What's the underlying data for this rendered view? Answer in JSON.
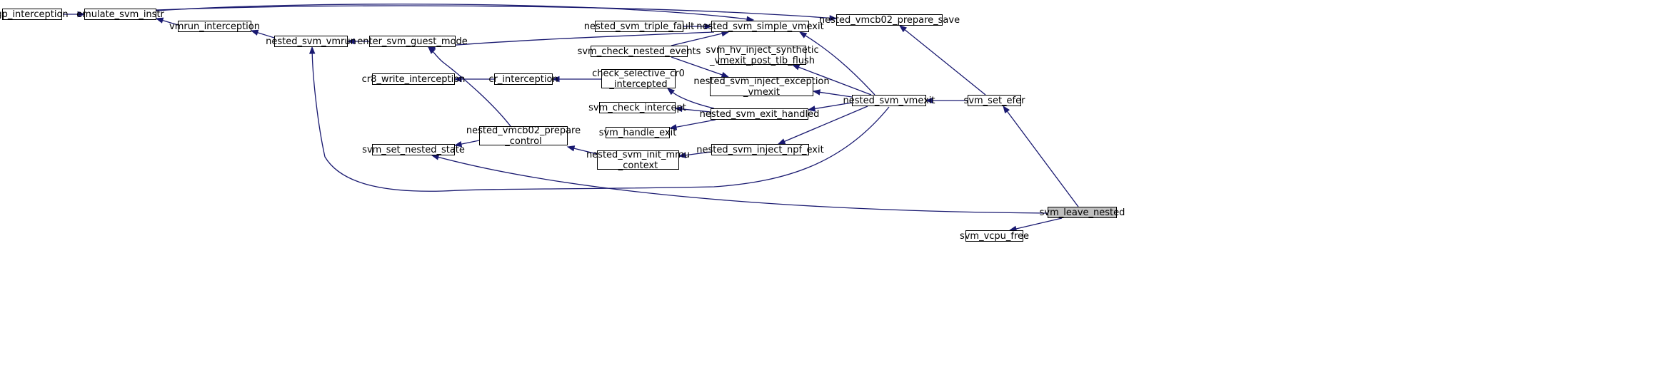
{
  "colors": {
    "edge": "#191970",
    "node_border": "#000000",
    "selected_fill": "#bfbfbf",
    "background": "#ffffff"
  },
  "nodes": [
    {
      "id": "gp_interception",
      "label": "gp_interception",
      "selected": false
    },
    {
      "id": "emulate_svm_instr",
      "label": "emulate_svm_instr",
      "selected": false
    },
    {
      "id": "vmrun_interception",
      "label": "vmrun_interception",
      "selected": false
    },
    {
      "id": "nested_svm_vmrun",
      "label": "nested_svm_vmrun",
      "selected": false
    },
    {
      "id": "enter_svm_guest_mode",
      "label": "enter_svm_guest_mode",
      "selected": false
    },
    {
      "id": "cr8_write_interception",
      "label": "cr8_write_interception",
      "selected": false
    },
    {
      "id": "cr_interception",
      "label": "cr_interception",
      "selected": false
    },
    {
      "id": "svm_set_nested_state",
      "label": "svm_set_nested_state",
      "selected": false
    },
    {
      "id": "nested_vmcb02_prepare_control",
      "label": "nested_vmcb02_prepare\n_control",
      "selected": false
    },
    {
      "id": "nested_svm_triple_fault",
      "label": "nested_svm_triple_fault",
      "selected": false
    },
    {
      "id": "svm_check_nested_events",
      "label": "svm_check_nested_events",
      "selected": false
    },
    {
      "id": "check_selective_cr0_intercepted",
      "label": "check_selective_cr0\n_intercepted",
      "selected": false
    },
    {
      "id": "svm_check_intercept",
      "label": "svm_check_intercept",
      "selected": false
    },
    {
      "id": "svm_handle_exit",
      "label": "svm_handle_exit",
      "selected": false
    },
    {
      "id": "nested_svm_init_mmu_context",
      "label": "nested_svm_init_mmu\n_context",
      "selected": false
    },
    {
      "id": "nested_svm_simple_vmexit",
      "label": "nested_svm_simple_vmexit",
      "selected": false
    },
    {
      "id": "svm_hv_inject_synthetic_vmexit_post_tlb_flush",
      "label": "svm_hv_inject_synthetic\n_vmexit_post_tlb_flush",
      "selected": false
    },
    {
      "id": "nested_svm_inject_exception_vmexit",
      "label": "nested_svm_inject_exception\n_vmexit",
      "selected": false
    },
    {
      "id": "nested_svm_exit_handled",
      "label": "nested_svm_exit_handled",
      "selected": false
    },
    {
      "id": "nested_svm_inject_npf_exit",
      "label": "nested_svm_inject_npf_exit",
      "selected": false
    },
    {
      "id": "nested_vmcb02_prepare_save",
      "label": "nested_vmcb02_prepare_save",
      "selected": false
    },
    {
      "id": "nested_svm_vmexit",
      "label": "nested_svm_vmexit",
      "selected": false
    },
    {
      "id": "svm_set_efer",
      "label": "svm_set_efer",
      "selected": false
    },
    {
      "id": "svm_vcpu_free",
      "label": "svm_vcpu_free",
      "selected": false
    },
    {
      "id": "svm_leave_nested",
      "label": "svm_leave_nested",
      "selected": true
    }
  ],
  "edges": [
    {
      "from": "gp_interception",
      "to": "emulate_svm_instr"
    },
    {
      "from": "emulate_svm_instr",
      "to": "nested_svm_simple_vmexit"
    },
    {
      "from": "emulate_svm_instr",
      "to": "nested_vmcb02_prepare_save"
    },
    {
      "from": "vmrun_interception",
      "to": "emulate_svm_instr"
    },
    {
      "from": "nested_svm_vmrun",
      "to": "vmrun_interception"
    },
    {
      "from": "enter_svm_guest_mode",
      "to": "nested_svm_vmrun"
    },
    {
      "from": "nested_svm_simple_vmexit",
      "to": "enter_svm_guest_mode"
    },
    {
      "from": "nested_svm_vmexit",
      "to": "nested_svm_vmrun"
    },
    {
      "from": "nested_vmcb02_prepare_control",
      "to": "enter_svm_guest_mode"
    },
    {
      "from": "nested_vmcb02_prepare_control",
      "to": "svm_set_nested_state"
    },
    {
      "from": "cr_interception",
      "to": "cr8_write_interception"
    },
    {
      "from": "check_selective_cr0_intercepted",
      "to": "cr_interception"
    },
    {
      "from": "nested_svm_triple_fault",
      "to": "nested_svm_simple_vmexit"
    },
    {
      "from": "svm_check_nested_events",
      "to": "nested_svm_simple_vmexit"
    },
    {
      "from": "svm_check_nested_events",
      "to": "nested_svm_inject_exception_vmexit"
    },
    {
      "from": "nested_svm_exit_handled",
      "to": "check_selective_cr0_intercepted"
    },
    {
      "from": "nested_svm_exit_handled",
      "to": "svm_check_intercept"
    },
    {
      "from": "nested_svm_exit_handled",
      "to": "svm_handle_exit"
    },
    {
      "from": "nested_svm_init_mmu_context",
      "to": "nested_vmcb02_prepare_control"
    },
    {
      "from": "nested_svm_inject_npf_exit",
      "to": "nested_svm_init_mmu_context"
    },
    {
      "from": "nested_svm_vmexit",
      "to": "nested_svm_simple_vmexit"
    },
    {
      "from": "nested_svm_vmexit",
      "to": "svm_hv_inject_synthetic_vmexit_post_tlb_flush"
    },
    {
      "from": "nested_svm_vmexit",
      "to": "nested_svm_inject_exception_vmexit"
    },
    {
      "from": "nested_svm_vmexit",
      "to": "nested_svm_exit_handled"
    },
    {
      "from": "nested_svm_vmexit",
      "to": "nested_svm_inject_npf_exit"
    },
    {
      "from": "svm_set_efer",
      "to": "nested_svm_vmexit"
    },
    {
      "from": "svm_set_efer",
      "to": "nested_vmcb02_prepare_save"
    },
    {
      "from": "svm_leave_nested",
      "to": "svm_set_efer"
    },
    {
      "from": "svm_leave_nested",
      "to": "svm_set_nested_state"
    },
    {
      "from": "svm_leave_nested",
      "to": "svm_vcpu_free"
    }
  ]
}
